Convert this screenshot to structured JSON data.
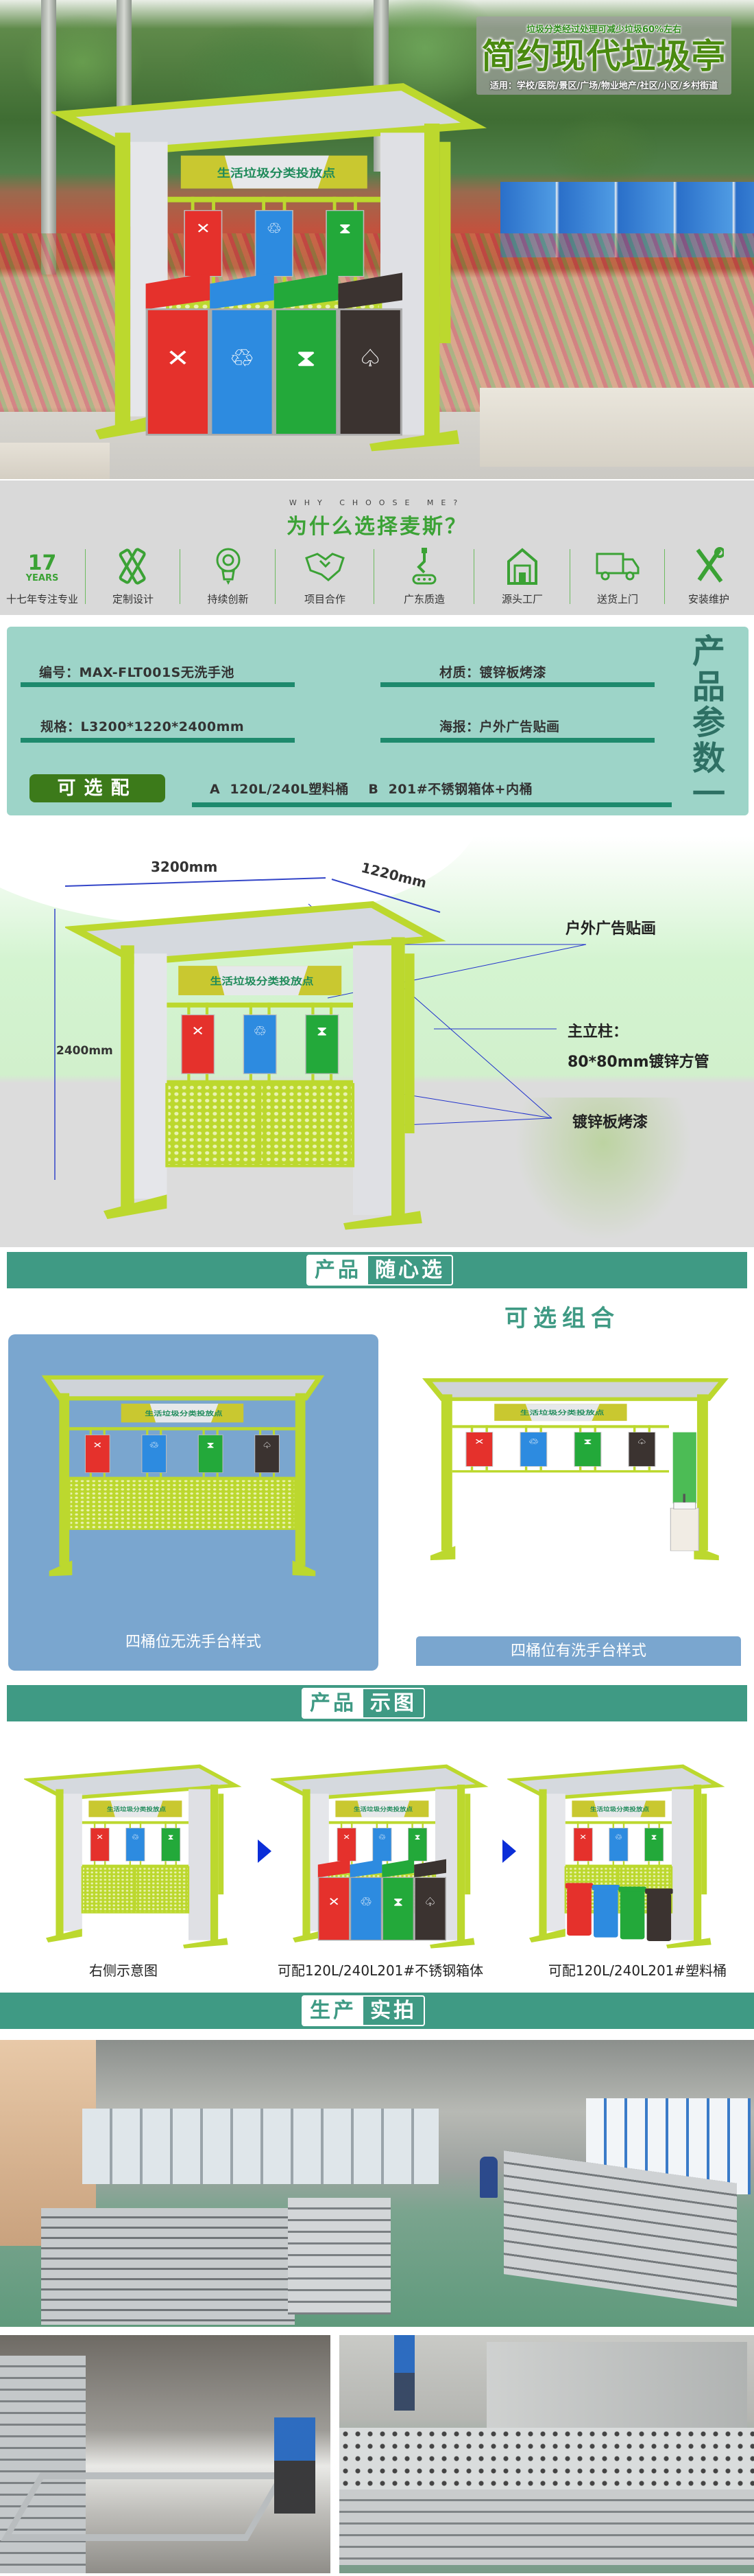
{
  "hero": {
    "tagline": "垃圾分类经过处理可减少垃圾60%左右",
    "title": "简约现代垃圾亭",
    "applicable": "适用：学校/医院/景区/广场/物业地产/社区/小区/乡村街道",
    "sign_text": "生活垃圾分类投放点"
  },
  "why": {
    "en": "WHY CHOOSE ME?",
    "cn": "为什么选择麦斯？",
    "years_number": "17",
    "years_word": "YEARS",
    "items": [
      {
        "label": "十七年专注专业",
        "icon": "17-years-badge"
      },
      {
        "label": "定制设计",
        "icon": "design-tools-icon"
      },
      {
        "label": "持续创新",
        "icon": "lightbulb-gear-icon"
      },
      {
        "label": "项目合作",
        "icon": "handshake-icon"
      },
      {
        "label": "广东质造",
        "icon": "robot-arm-icon"
      },
      {
        "label": "源头工厂",
        "icon": "warehouse-icon"
      },
      {
        "label": "送货上门",
        "icon": "truck-icon"
      },
      {
        "label": "安装维护",
        "icon": "wrench-screwdriver-icon"
      }
    ],
    "accent": "#3ba235"
  },
  "params": {
    "code": "编号：MAX-FLT001S无洗手池",
    "material": "材质：镀锌板烤漆",
    "size": "规格：L3200*1220*2400mm",
    "poster": "海报：户外广告贴画",
    "optional_label": "可选配",
    "optional_text": "A  120L/240L塑料桶    B  201#不锈钢箱体+内桶",
    "side_title": "产品参数一"
  },
  "diagram": {
    "width": "3200mm",
    "depth": "1220mm",
    "height": "2400mm",
    "callouts": {
      "poster": "户外广告贴画",
      "column_title": "主立柱：",
      "column_spec": "80*80mm镀锌方管",
      "panel": "镀锌板烤漆"
    }
  },
  "section_options": {
    "label_a": "产品",
    "label_b": "随心选",
    "subtitle": "可选组合",
    "left_caption": "四桶位无洗手台样式",
    "right_caption": "四桶位有洗手台样式"
  },
  "section_views": {
    "label_a": "产品",
    "label_b": "示图",
    "captions": [
      "右侧示意图",
      "可配120L/240L201#不锈钢箱体",
      "可配120L/240L201#塑料桶"
    ]
  },
  "section_production": {
    "label_a": "生产",
    "label_b": "实拍"
  },
  "colors": {
    "teal_band": "#3f9a84",
    "params_bg": "#9dd4c8",
    "frame_lime": "#bcd82e",
    "bin_red": "#e5312c",
    "bin_blue": "#2d8be0",
    "bin_green": "#23a93a",
    "bin_black": "#3b3330"
  }
}
